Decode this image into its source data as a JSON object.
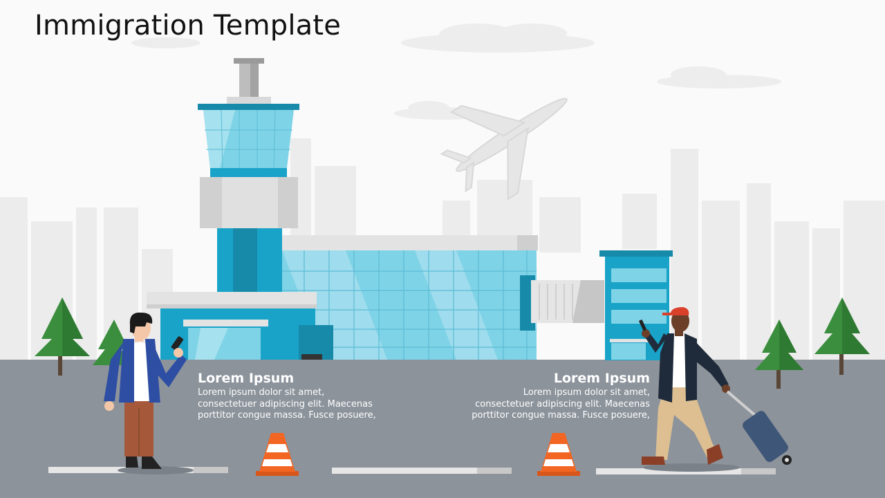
{
  "slide": {
    "title": "Immigration Template"
  },
  "left_block": {
    "heading": "Lorem Ipsum",
    "lines": [
      "Lorem ipsum dolor sit amet,",
      "consectetuer adipiscing elit. Maecenas",
      "porttitor congue massa. Fusce posuere,"
    ]
  },
  "right_block": {
    "heading": "Lorem Ipsum",
    "lines": [
      "Lorem ipsum dolor sit amet,",
      "consectetuer adipiscing elit. Maecenas",
      "porttitor congue massa. Fusce posuere,"
    ]
  },
  "colors": {
    "ground": "#8c939b",
    "tower_blue": "#1aa3c8",
    "glass_light": "#7fd3e6",
    "cone_orange": "#f26522",
    "tree_green": "#3a8e3d",
    "skyline_gray": "#e9e9e9"
  },
  "icons": [
    "airplane-icon",
    "traffic-cone-icon",
    "tree-icon",
    "suitcase-icon",
    "phone-icon"
  ]
}
